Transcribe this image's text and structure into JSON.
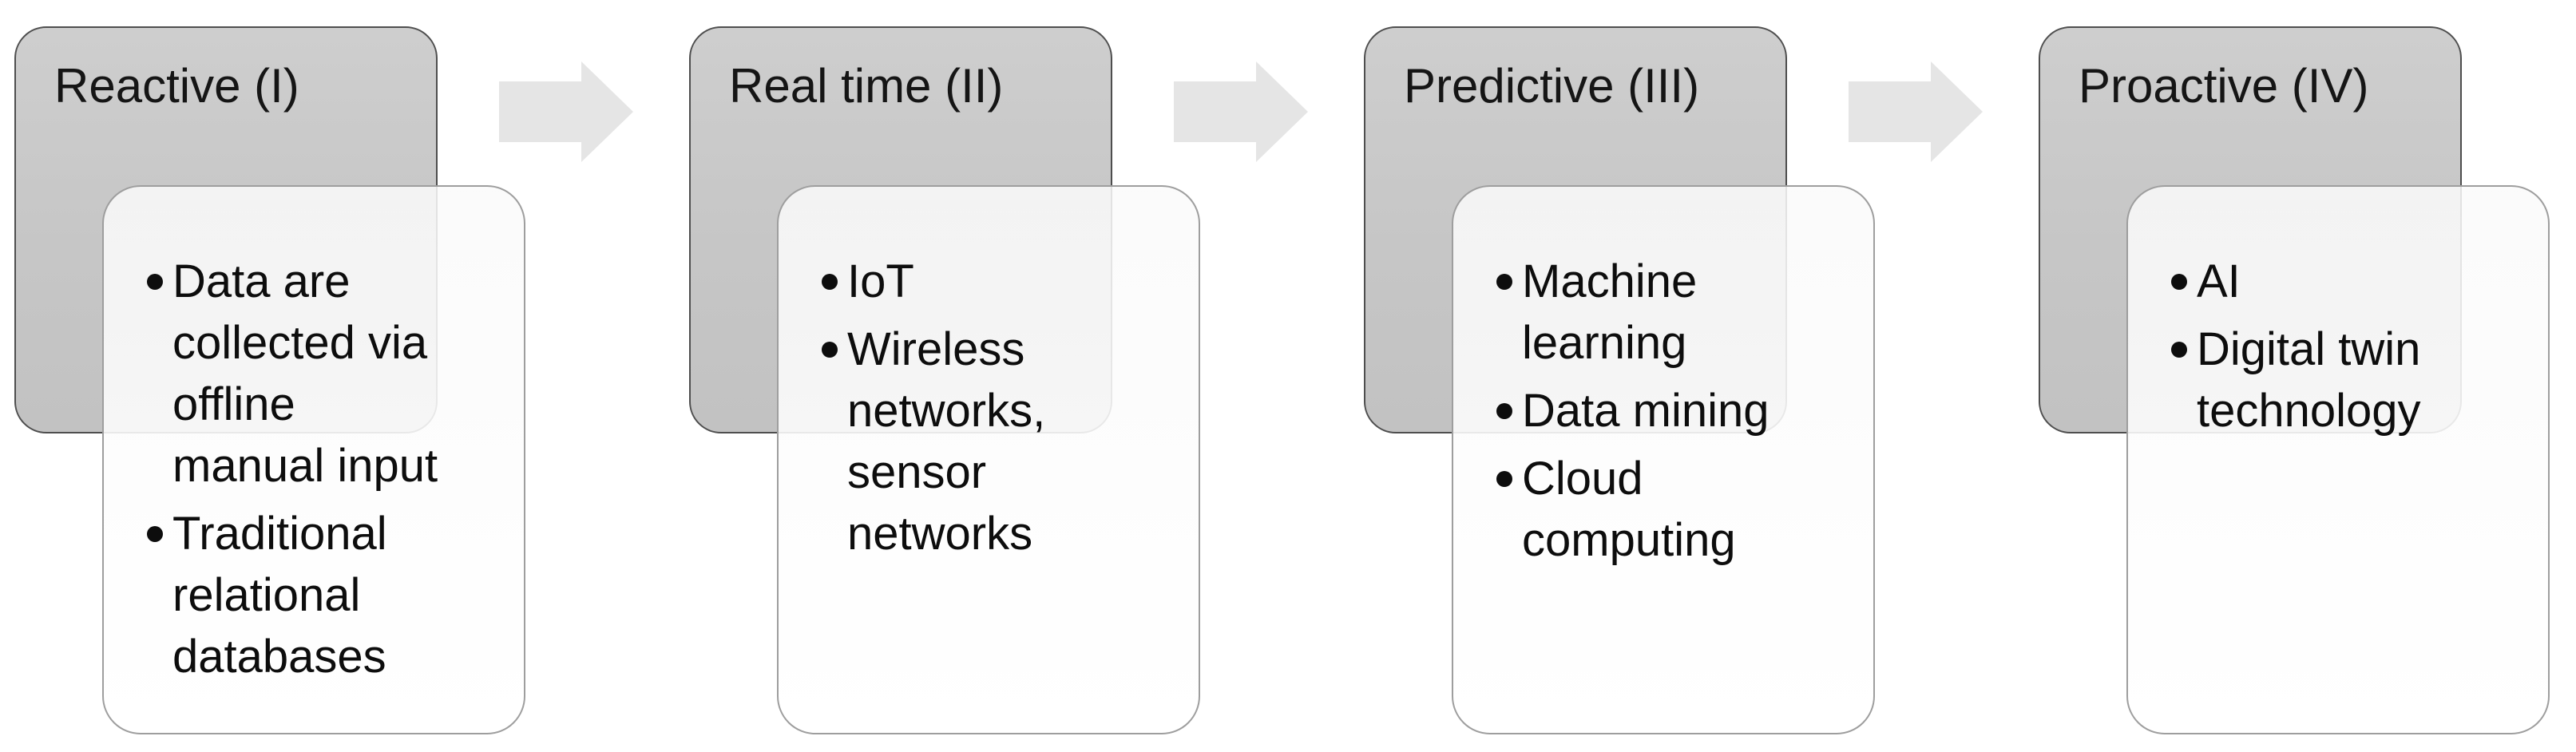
{
  "figure": {
    "type": "process-flow-diagram",
    "direction": "left-to-right",
    "stages": [
      {
        "title": "Reactive (I)",
        "bullets": [
          "Data are\ncollected via\noffline\nmanual input",
          "Traditional\nrelational\ndatabases"
        ]
      },
      {
        "title": "Real time (II)",
        "bullets": [
          "IoT",
          "Wireless\nnetworks,\nsensor\nnetworks"
        ]
      },
      {
        "title": "Predictive (III)",
        "bullets": [
          "Machine\nlearning",
          "Data mining",
          "Cloud\ncomputing"
        ]
      },
      {
        "title": "Proactive (IV)",
        "bullets": [
          "AI",
          "Digital twin\ntechnology"
        ]
      }
    ],
    "connector_icon": "right-block-arrow",
    "colors": {
      "background": "#ffffff",
      "header_fill": "#c7c7c7",
      "header_border": "#4e4e4e",
      "card_fill": "#fbfbfb",
      "card_border": "#9e9e9e",
      "arrow_fill": "#e5e5e5",
      "text": "#0d0d0d"
    }
  }
}
